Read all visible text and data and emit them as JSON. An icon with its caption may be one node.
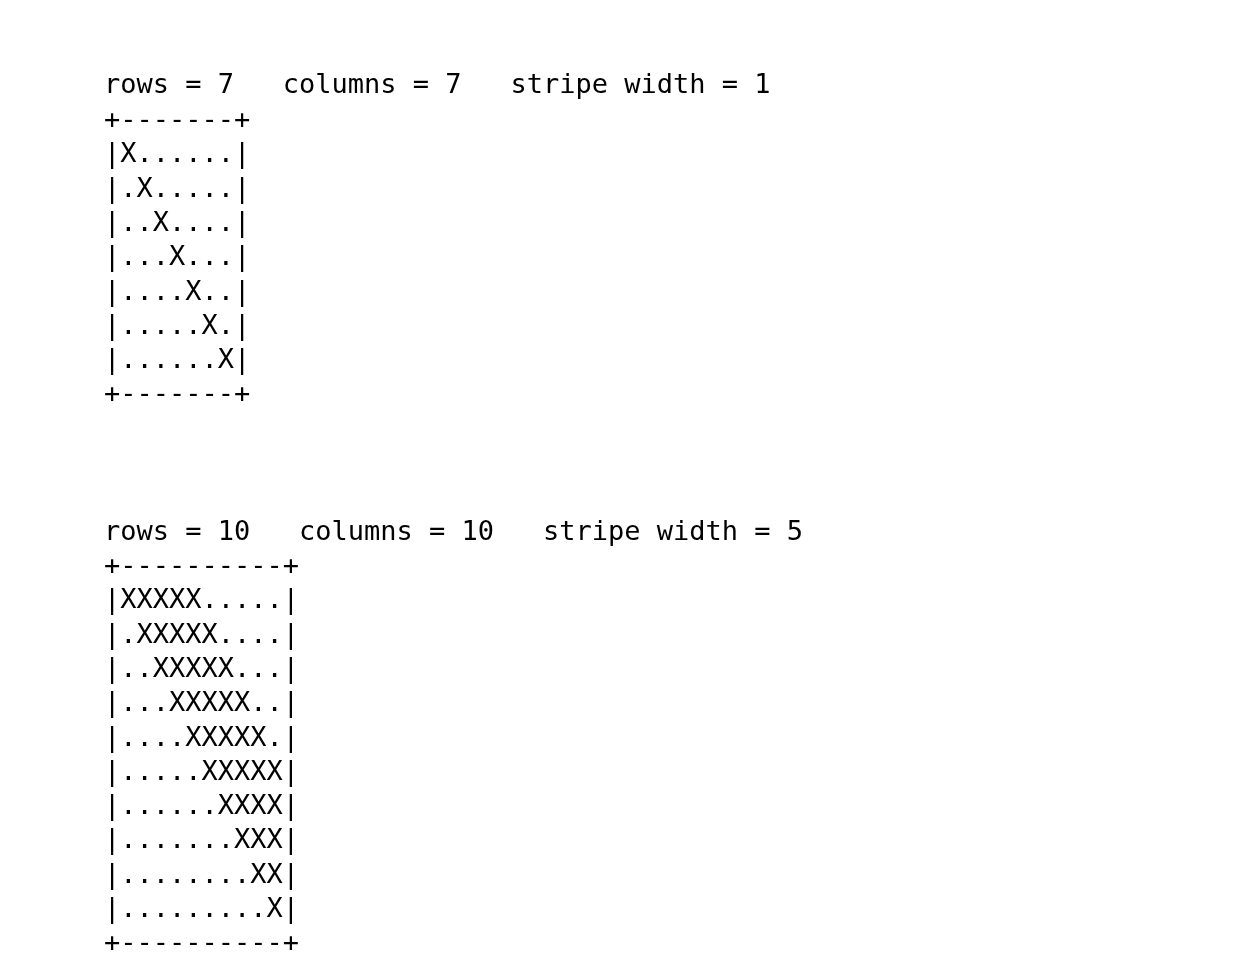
{
  "diagram": {
    "labels": [
      "rows = 7   columns = 7   stripe width = 1",
      "+-------+",
      "|X......|",
      "|.X.....|",
      "|..X....|",
      "|...X...|",
      "|....X..|",
      "|.....X.|",
      "|......X|",
      "+-------+",
      "rows = 10   columns = 10   stripe width = 5",
      "+----------+",
      "|XXXXX.....|",
      "|.XXXXX....|",
      "|..XXXXX...|",
      "|...XXXXX..|",
      "|....XXXXX.|",
      "|.....XXXXX|",
      "|......XXXX|",
      "|.......XXX|",
      "|........XX|",
      "|.........X|",
      "+----------+"
    ]
  }
}
